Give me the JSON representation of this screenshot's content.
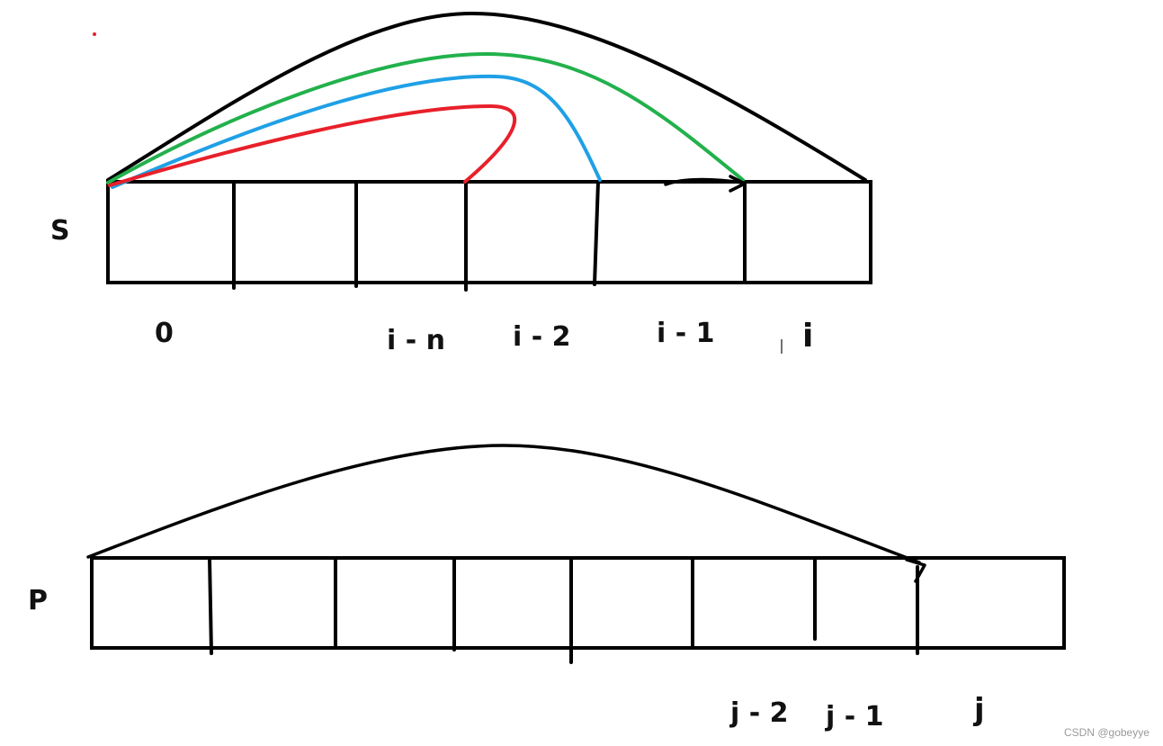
{
  "arrays": {
    "s": {
      "name": "S",
      "index_labels": [
        "0",
        "i - n",
        "i - 2",
        "i - 1",
        "i"
      ]
    },
    "p": {
      "name": "P",
      "index_labels": [
        "j - 2",
        "j - 1",
        "j"
      ]
    }
  },
  "watermark": "CSDN @gobeyye",
  "colors": {
    "ink": "#000000",
    "arc_green": "#22b14c",
    "arc_blue": "#1fa0e6",
    "arc_red": "#e8202a"
  }
}
